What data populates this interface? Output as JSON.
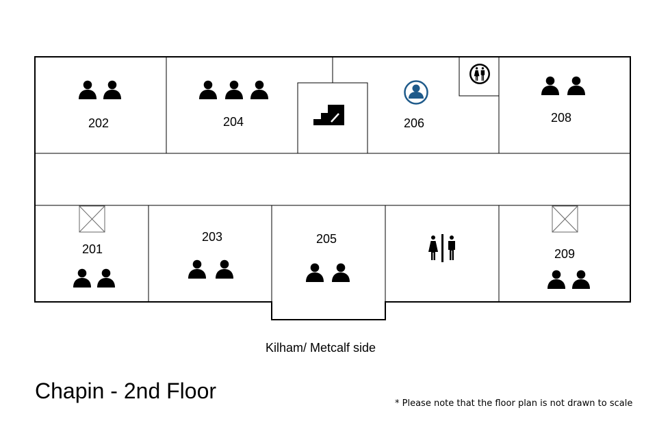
{
  "rooms": {
    "r201": "201",
    "r202": "202",
    "r203": "203",
    "r204": "204",
    "r205": "205",
    "r206": "206",
    "r208": "208",
    "r209": "209"
  },
  "side_label": "Kilham/ Metcalf side",
  "floor_title": "Chapin - 2nd Floor",
  "scale_note": "* Please note that the floor plan is not drawn to scale",
  "icons": {
    "person": "person-icon",
    "highlight_person": "person-circle-icon",
    "stairs": "stairs-icon",
    "restroom": "restroom-icon",
    "elevator": "elevator-icon"
  },
  "colors": {
    "highlight": "#1e5a8a",
    "walls": "#000000"
  }
}
